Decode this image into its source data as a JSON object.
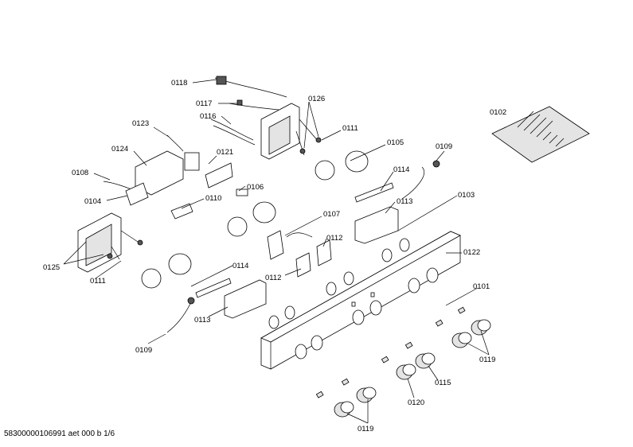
{
  "callouts": {
    "c0118": "0118",
    "c0117": "0117",
    "c0126": "0126",
    "c0116": "0116",
    "c0123": "0123",
    "c0111a": "0111",
    "c0121": "0121",
    "c0124": "0124",
    "c0105": "0105",
    "c0109a": "0109",
    "c0102": "0102",
    "c0108": "0108",
    "c0106": "0106",
    "c0114a": "0114",
    "c0104": "0104",
    "c0110": "0110",
    "c0113a": "0113",
    "c0103": "0103",
    "c0107": "0107",
    "c0112a": "0112",
    "c0122": "0122",
    "c0125": "0125",
    "c0111b": "0111",
    "c0114b": "0114",
    "c0112b": "0112",
    "c0113b": "0113",
    "c0101": "0101",
    "c0109b": "0109",
    "c0119a": "0119",
    "c0115": "0115",
    "c0120": "0120",
    "c0119b": "0119"
  },
  "footer": "58300000106991 aet 000 b 1/6"
}
